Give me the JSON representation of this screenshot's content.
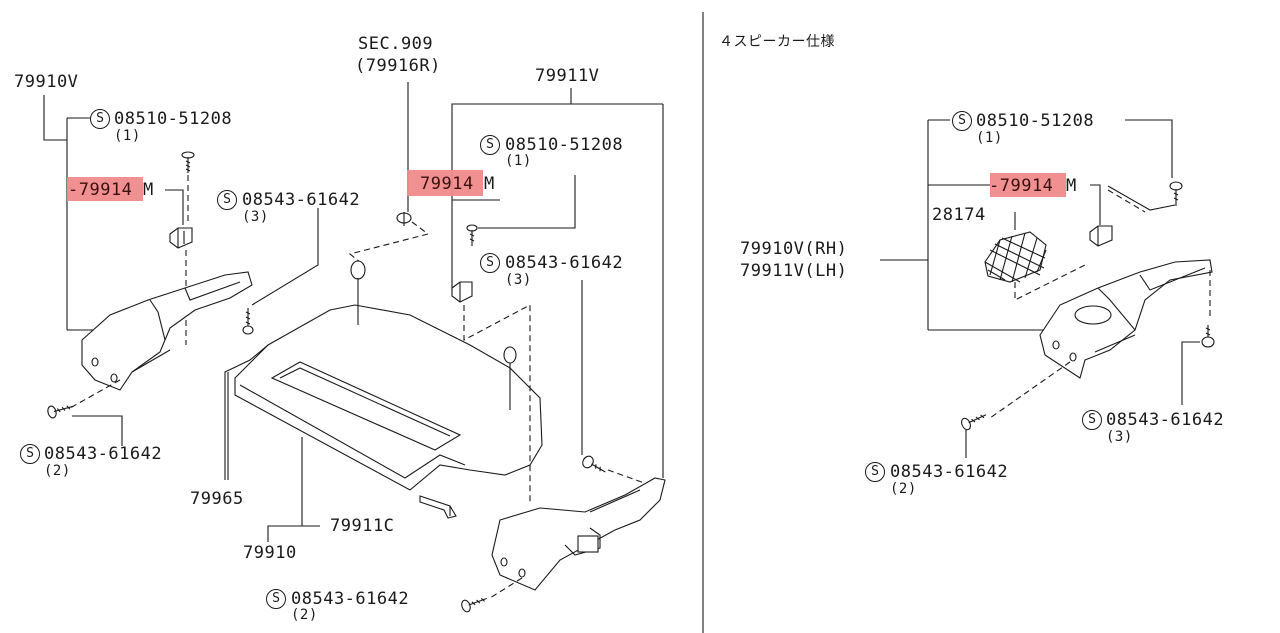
{
  "title": "４スピーカー仕様",
  "s_mark": "S",
  "labels": {
    "sec909": "SEC.909",
    "p79916r": "(79916R)",
    "p79910v": "79910V",
    "p79911v": "79911V",
    "scr_51208_a": "08510-51208",
    "scr_51208_a_qty": "(1)",
    "scr_51208_b": "08510-51208",
    "scr_51208_b_qty": "(1)",
    "p79914m_a": "-79914",
    "p79914m_a_suffix": "M",
    "p79914m_b": "79914",
    "p79914m_b_suffix": "M",
    "scr_61642_a": "08543-61642",
    "scr_61642_a_qty": "(3)",
    "scr_61642_b": "08543-61642",
    "scr_61642_b_qty": "(3)",
    "scr_61642_c": "08543-61642",
    "scr_61642_c_qty": "(2)",
    "scr_61642_d": "08543-61642",
    "scr_61642_d_qty": "(2)",
    "p79965": "79965",
    "p79911c": "79911C",
    "p79910": "79910",
    "r_scr_51208": "08510-51208",
    "r_scr_51208_qty": "(1)",
    "r_p79914m": "-79914",
    "r_p79914m_suffix": "M",
    "r_p28174": "28174",
    "r_p79910v_rh": "79910V(RH)",
    "r_p79911v_lh": "79911V(LH)",
    "r_scr_61642_a": "08543-61642",
    "r_scr_61642_a_qty": "(3)",
    "r_scr_61642_b": "08543-61642",
    "r_scr_61642_b_qty": "(2)"
  },
  "colors": {
    "highlight": "#f08a8a",
    "ink": "#1a1a1a",
    "background": "#ffffff"
  },
  "icons": [
    "screw-icon",
    "clip-icon",
    "speaker-grille-icon",
    "s-standard-part-icon"
  ]
}
